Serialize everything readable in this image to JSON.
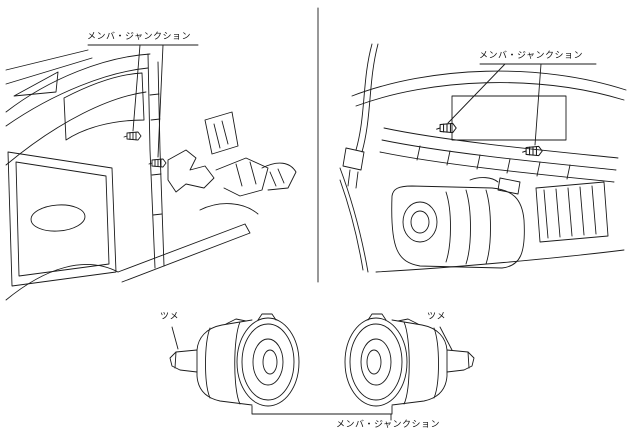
{
  "figure": {
    "line_color": "#1b1b1b",
    "background": "#ffffff",
    "top_left_panel": {
      "callout": "メンバ・ジャンクション"
    },
    "top_right_panel": {
      "callout": "メンバ・ジャンクション"
    },
    "bottom_panel": {
      "left_tab_callout": "ツメ",
      "right_tab_callout": "ツメ",
      "callout": "メンバ・ジャンクション"
    }
  }
}
